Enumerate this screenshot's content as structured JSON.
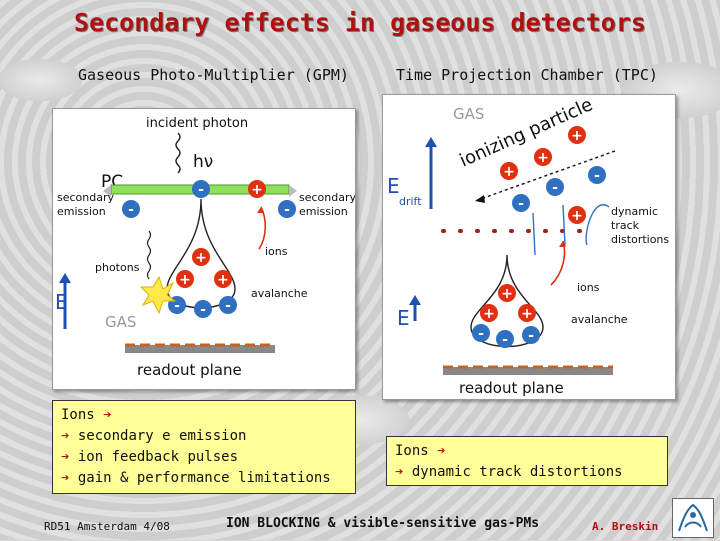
{
  "title": "Secondary effects in gaseous detectors",
  "left_panel": {
    "subtitle": "Gaseous Photo-Multiplier (GPM)",
    "labels": {
      "incident_photon": "incident photon",
      "hv": "hν",
      "pc": "PC",
      "secondary_emission_left": [
        "secondary",
        "emission"
      ],
      "secondary_emission_right": [
        "secondary",
        "emission"
      ],
      "photons": "photons",
      "ions": "ions",
      "avalanche": "avalanche",
      "e_field": "E",
      "gas": "GAS",
      "readout_plane": "readout plane"
    }
  },
  "right_panel": {
    "subtitle": "Time Projection Chamber (TPC)",
    "labels": {
      "gas": "GAS",
      "ionizing_particle": "ionizing particle",
      "e_drift": "E",
      "drift_sub": "drift",
      "dynamic_track_distortions": [
        "dynamic",
        "track",
        "distortions"
      ],
      "ions": "ions",
      "avalanche": "avalanche",
      "e_field": "E",
      "readout_plane": "readout plane"
    }
  },
  "left_box": {
    "lines": [
      "Ions ",
      " secondary e emission",
      " ion feedback pulses",
      " gain & performance limitations"
    ]
  },
  "right_box": {
    "lines": [
      "Ions ",
      " dynamic track distortions"
    ]
  },
  "footer": {
    "left": "RD51 Amsterdam 4/08",
    "center": "ION BLOCKING & visible-sensitive gas-PMs",
    "right": "A. Breskin"
  },
  "colors": {
    "title": "#b01010",
    "accent_arrow": "#b01010",
    "ion": "#e03010",
    "electron": "#3070c0",
    "field_arrow": "#2050b0",
    "box_fill": "#ffff99"
  }
}
